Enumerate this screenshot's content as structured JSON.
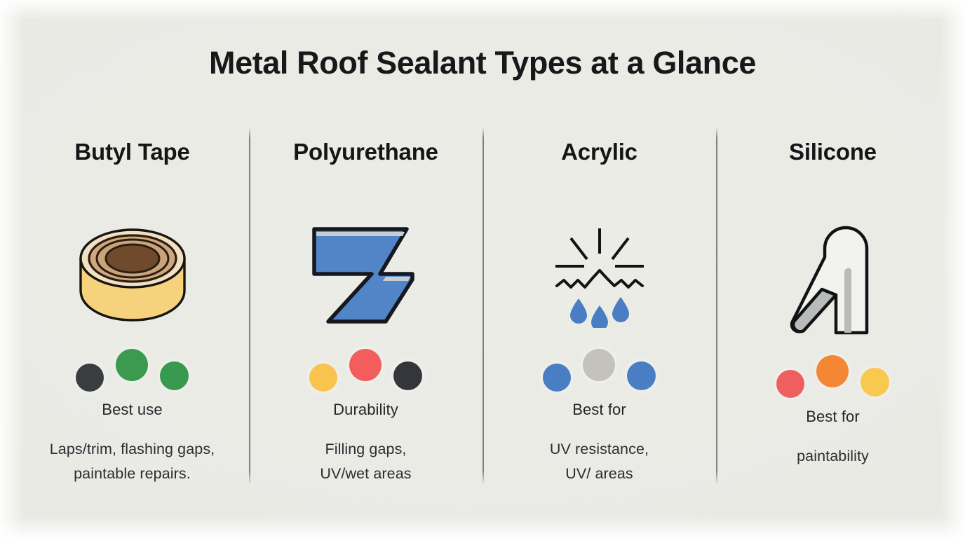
{
  "title": "Metal Roof Sealant Types at a Glance",
  "background_color": "#eaeae5",
  "divider_color": "#3c3e3c",
  "columns": [
    {
      "name": "butyl-tape",
      "heading": "Butyl Tape",
      "icon": "tape-roll-icon",
      "dots": [
        {
          "name": "dot-dark",
          "color": "#3a3d40"
        },
        {
          "name": "dot-green",
          "color": "#3c9a4e"
        },
        {
          "name": "dot-green",
          "color": "#389a4f"
        }
      ],
      "label": "Best use",
      "description_lines": [
        "Laps/trim, flashing gaps,",
        "paintable repairs."
      ]
    },
    {
      "name": "polyurethane",
      "heading": "Polyurethane",
      "icon": "z-flashing-bead-icon",
      "dots": [
        {
          "name": "dot-yellow",
          "color": "#f8c44e"
        },
        {
          "name": "dot-red",
          "color": "#f45d5d"
        },
        {
          "name": "dot-dark",
          "color": "#33363a"
        }
      ],
      "label": "Durability",
      "description_lines": [
        "Filling gaps,",
        "UV/wet areas"
      ]
    },
    {
      "name": "acrylic",
      "heading": "Acrylic",
      "icon": "sun-rain-icon",
      "dots": [
        {
          "name": "dot-blue",
          "color": "#4a7ec4"
        },
        {
          "name": "dot-gray",
          "color": "#c4c2bd"
        },
        {
          "name": "dot-blue",
          "color": "#4a7ec4"
        }
      ],
      "label": "Best for",
      "description_lines": [
        "UV resistance,",
        "UV/ areas"
      ]
    },
    {
      "name": "silicone",
      "heading": "Silicone",
      "icon": "caulk-gun-icon",
      "dots": [
        {
          "name": "dot-red",
          "color": "#ef5f5f"
        },
        {
          "name": "dot-orange",
          "color": "#f58634"
        },
        {
          "name": "dot-yellow",
          "color": "#f9c84e"
        }
      ],
      "label": "Best for",
      "description_lines": [
        "paintability"
      ]
    }
  ],
  "icon_colors": {
    "tape_body": "#f7d27c",
    "tape_ring_outer": "#cfa87e",
    "tape_ring_inner": "#6f4a2c",
    "bead_blue": "#5185c8",
    "bead_highlight": "#c8cdd4",
    "droplet_blue": "#4a7ec4",
    "ray_stroke": "#111214",
    "gun_body": "#f2f2ef",
    "gun_nozzle": "#b9bbba"
  }
}
